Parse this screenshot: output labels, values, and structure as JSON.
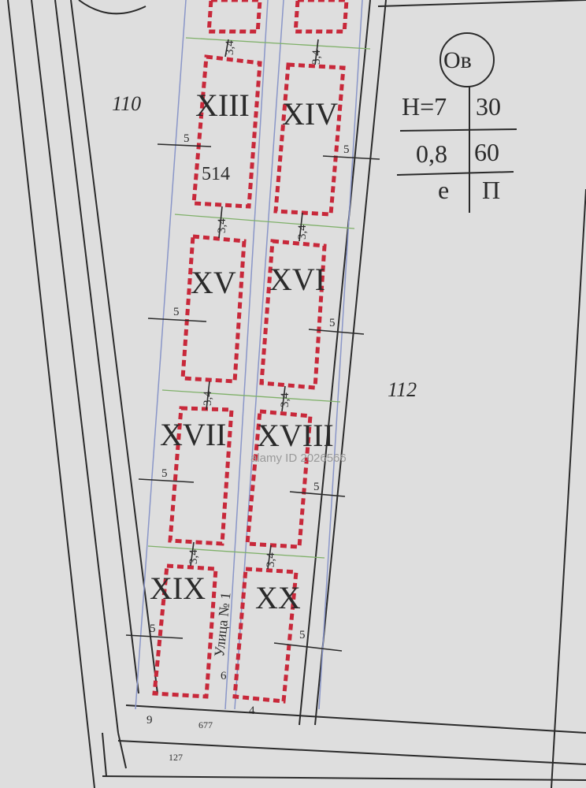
{
  "plots": [
    {
      "id": "plot-110",
      "label": "110"
    },
    {
      "id": "plot-112",
      "label": "112"
    }
  ],
  "buildings": [
    {
      "id": "XIII",
      "label": "XIII"
    },
    {
      "id": "XIV",
      "label": "XIV"
    },
    {
      "id": "XV",
      "label": "XV"
    },
    {
      "id": "XVI",
      "label": "XVI"
    },
    {
      "id": "XVII",
      "label": "XVII"
    },
    {
      "id": "XVIII",
      "label": "XVIII"
    },
    {
      "id": "XIX",
      "label": "XIX"
    },
    {
      "id": "XX",
      "label": "XX"
    }
  ],
  "lot_number": "514",
  "street_label": "Улица № 1",
  "dimensions": {
    "side_setback": "5",
    "gap": "3,4",
    "end_gap": "6",
    "corner_gap": "4",
    "bottom_left": "9",
    "bottom_small_a": "677",
    "bottom_small_b": "127"
  },
  "zone_table": {
    "zone": "Ов",
    "rows": [
      {
        "left": "H=7",
        "right": "30"
      },
      {
        "left": "0,8",
        "right": "60"
      },
      {
        "left": "е",
        "right": "П"
      }
    ]
  },
  "watermark": "alamy ID 2026566",
  "colors": {
    "background": "#dcdcdc",
    "building_outline": "#c8283a",
    "grid_green": "#7fb069",
    "lines_blue": "#8a96c8",
    "ink": "#2a2a2a"
  }
}
